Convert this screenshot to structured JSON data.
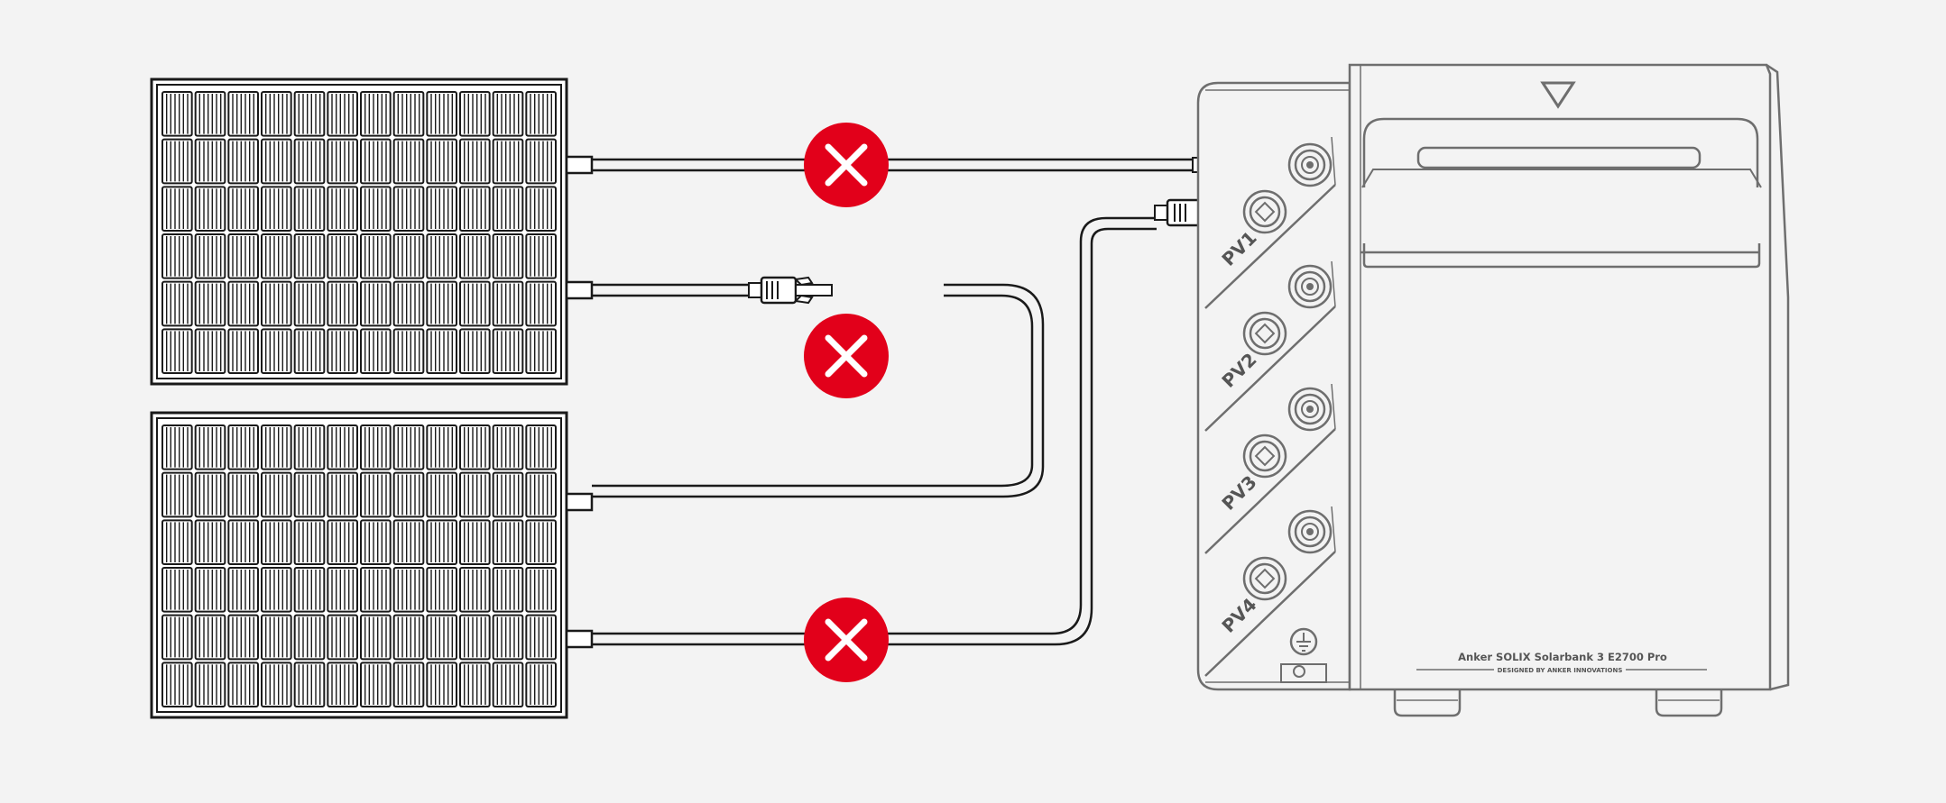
{
  "ports": [
    {
      "label": "PV1"
    },
    {
      "label": "PV2"
    },
    {
      "label": "PV3"
    },
    {
      "label": "PV4"
    }
  ],
  "device": {
    "model": "Anker SOLIX Solarbank 3 E2700 Pro",
    "tagline": "DESIGNED BY ANKER INNOVATIONS"
  },
  "colors": {
    "background": "#f3f3f3",
    "warning": "#e2001a",
    "line": "#1a1a1a",
    "device_line": "#6e6e6e"
  },
  "icons": [
    "solar-panel-icon",
    "mc4-connector-icon",
    "cross-warning-icon",
    "ground-icon",
    "triangle-icon"
  ]
}
